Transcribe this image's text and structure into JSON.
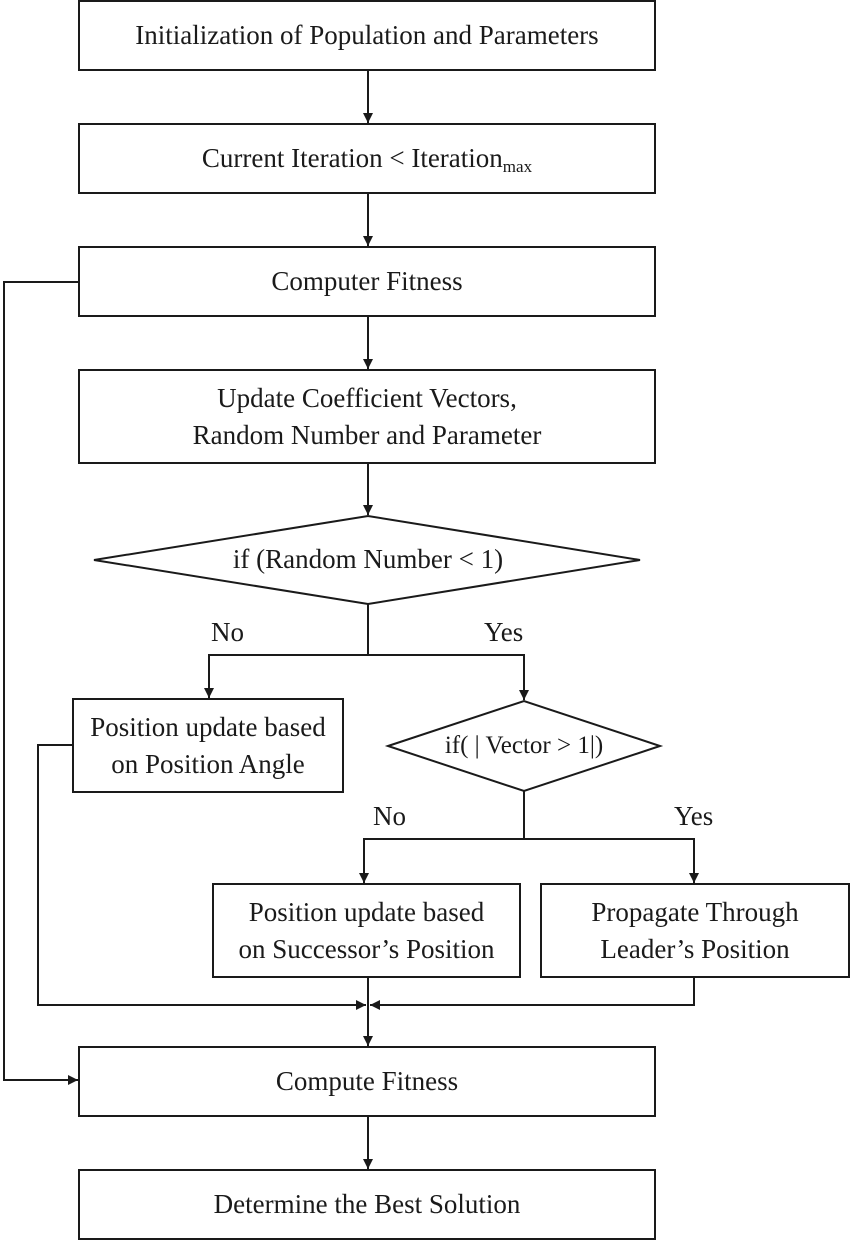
{
  "nodes": {
    "init": "Initialization of Population and Parameters",
    "loop_check": {
      "prefix": "Current Iteration < Iteration",
      "sub": "max"
    },
    "computer_fitness": "Computer Fitness",
    "update_coeff": {
      "line1": "Update Coefficient Vectors,",
      "line2": "Random Number and Parameter"
    },
    "decision_random": "if (Random Number < 1)",
    "pos_angle": {
      "line1": "Position update based",
      "line2": "on Position Angle"
    },
    "decision_vector": "if( | Vector > 1|)",
    "pos_successor": {
      "line1": "Position update based",
      "line2": "on Successor’s Position"
    },
    "propagate_leader": {
      "line1": "Propagate Through",
      "line2": "Leader’s Position"
    },
    "compute_fitness": "Compute Fitness",
    "best_solution": "Determine the Best Solution"
  },
  "branch_labels": {
    "random_no": "No",
    "random_yes": "Yes",
    "vector_no": "No",
    "vector_yes": "Yes"
  }
}
